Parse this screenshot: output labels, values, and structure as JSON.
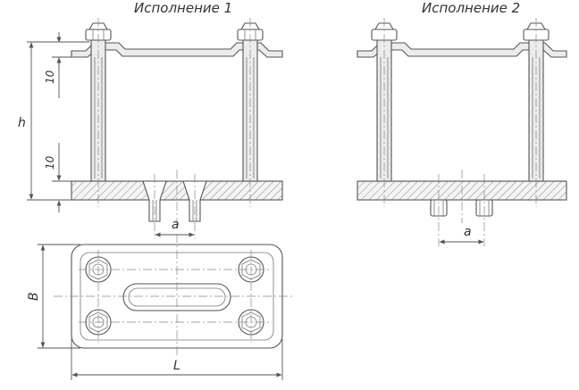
{
  "titles": {
    "variant1": "Исполнение 1",
    "variant2": "Исполнение 2"
  },
  "dimensions": {
    "h": "h",
    "ten_upper": "10",
    "ten_lower": "10",
    "a_variant1": "a",
    "a_variant2": "a",
    "B": "B",
    "L": "L"
  },
  "colors": {
    "line": "#555555",
    "fill": "#ececec",
    "background": "#ffffff"
  }
}
